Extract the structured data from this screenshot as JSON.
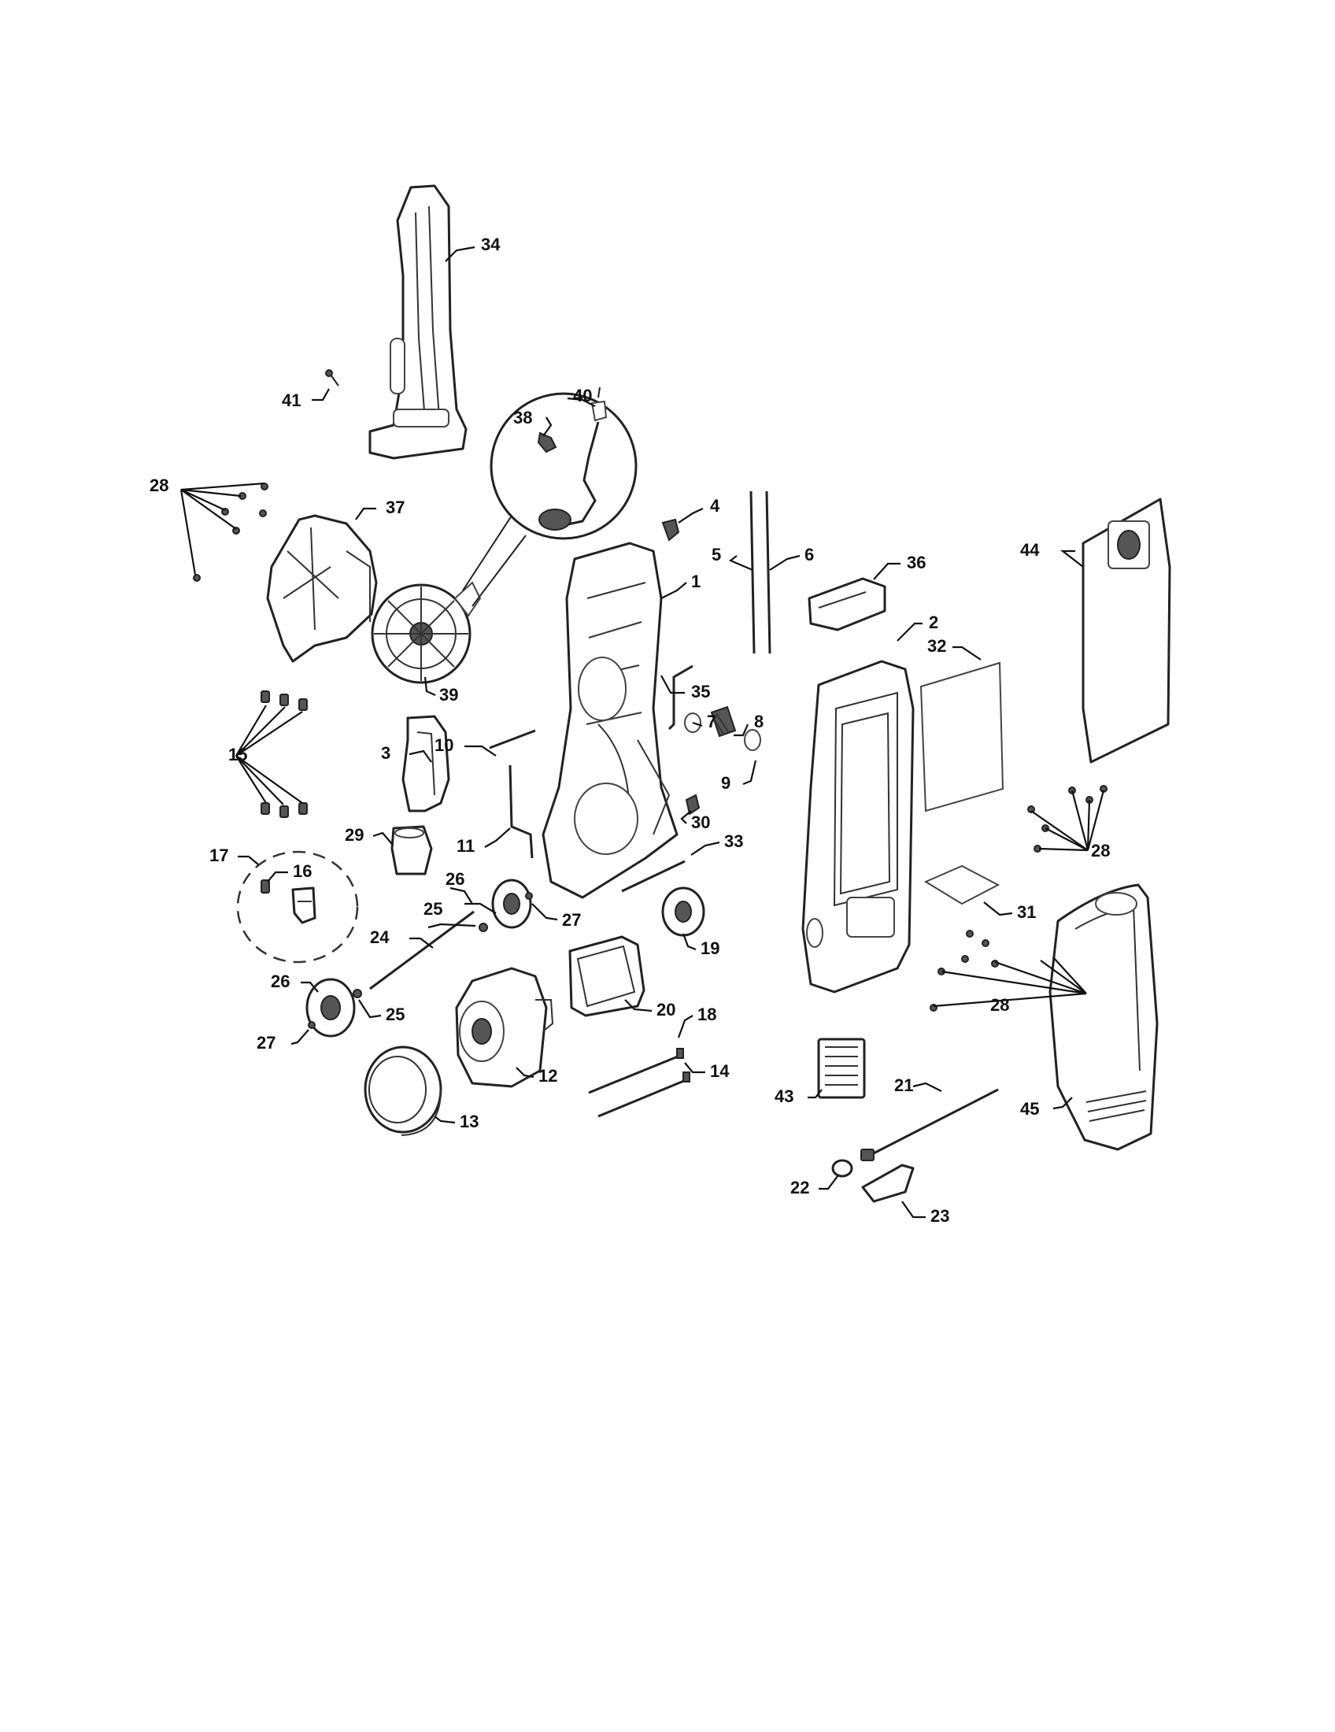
{
  "diagram": {
    "callouts": {
      "c1": "1",
      "c2": "2",
      "c3": "3",
      "c4": "4",
      "c5": "5",
      "c6": "6",
      "c7": "7",
      "c8": "8",
      "c9": "9",
      "c10": "10",
      "c11": "11",
      "c12": "12",
      "c13": "13",
      "c14": "14",
      "c15": "15",
      "c16": "16",
      "c17": "17",
      "c18": "18",
      "c19": "19",
      "c20": "20",
      "c21": "21",
      "c22": "22",
      "c23": "23",
      "c24": "24",
      "c25a": "25",
      "c25b": "25",
      "c26a": "26",
      "c26b": "26",
      "c27a": "27",
      "c27b": "27",
      "c28a": "28",
      "c28b": "28",
      "c28c": "28",
      "c29": "29",
      "c30": "30",
      "c31": "31",
      "c32": "32",
      "c33": "33",
      "c34": "34",
      "c35": "35",
      "c36": "36",
      "c37": "37",
      "c38": "38",
      "c39": "39",
      "c40": "40",
      "c41": "41",
      "c43": "43",
      "c44": "44",
      "c45": "45"
    }
  },
  "colors": {
    "line": "#222222",
    "background": "#ffffff"
  }
}
